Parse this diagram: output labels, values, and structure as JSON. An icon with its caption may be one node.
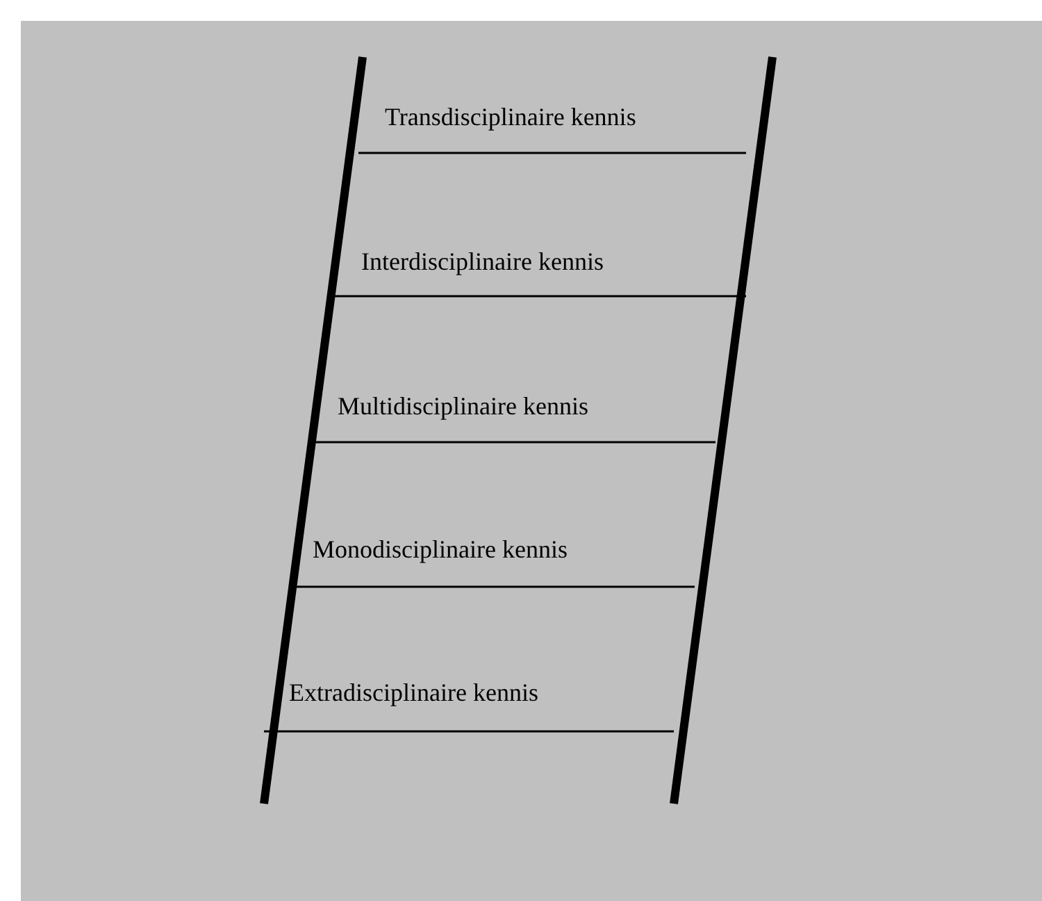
{
  "diagram": {
    "labels": [
      "Transdisciplinaire kennis",
      "Interdisciplinaire kennis",
      "Multidisciplinaire kennis",
      "Monodisciplinaire kennis",
      "Extradisciplinaire kennis"
    ]
  }
}
